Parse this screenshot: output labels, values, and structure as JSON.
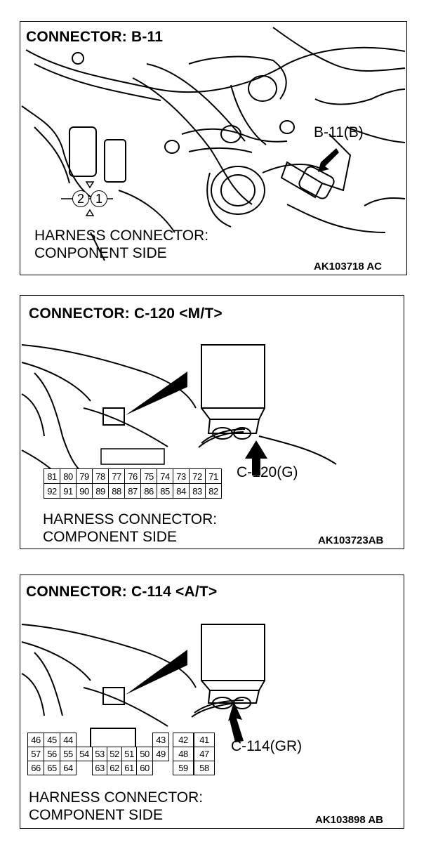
{
  "panels": [
    {
      "title": "CONNECTOR: B-11",
      "callout": "B-11(B)",
      "caption_line1": "HARNESS CONNECTOR:",
      "caption_line2": "CONPONENT SIDE",
      "code": "AK103718 AC",
      "pins": [
        "2",
        "1"
      ]
    },
    {
      "title": "CONNECTOR: C-120 <M/T>",
      "callout": "C-120(G)",
      "caption_line1": "HARNESS CONNECTOR:",
      "caption_line2": "COMPONENT SIDE",
      "code": "AK103723AB",
      "pin_rows": [
        [
          "81",
          "80",
          "79",
          "78",
          "77",
          "76",
          "75",
          "74",
          "73",
          "72",
          "71"
        ],
        [
          "92",
          "91",
          "90",
          "89",
          "88",
          "87",
          "86",
          "85",
          "84",
          "83",
          "82"
        ]
      ]
    },
    {
      "title": "CONNECTOR: C-114 <A/T>",
      "callout": "C-114(GR)",
      "caption_line1": "HARNESS CONNECTOR:",
      "caption_line2": "COMPONENT SIDE",
      "code": "AK103898 AB",
      "pin_rows": [
        [
          "46",
          "45",
          "44",
          "",
          "",
          "",
          "",
          "",
          "43",
          "42",
          "41"
        ],
        [
          "57",
          "56",
          "55",
          "54",
          "53",
          "52",
          "51",
          "50",
          "49",
          "48",
          "47"
        ],
        [
          "66",
          "65",
          "64",
          "",
          "63",
          "62",
          "61",
          "60",
          "",
          "59",
          "58"
        ]
      ]
    }
  ]
}
